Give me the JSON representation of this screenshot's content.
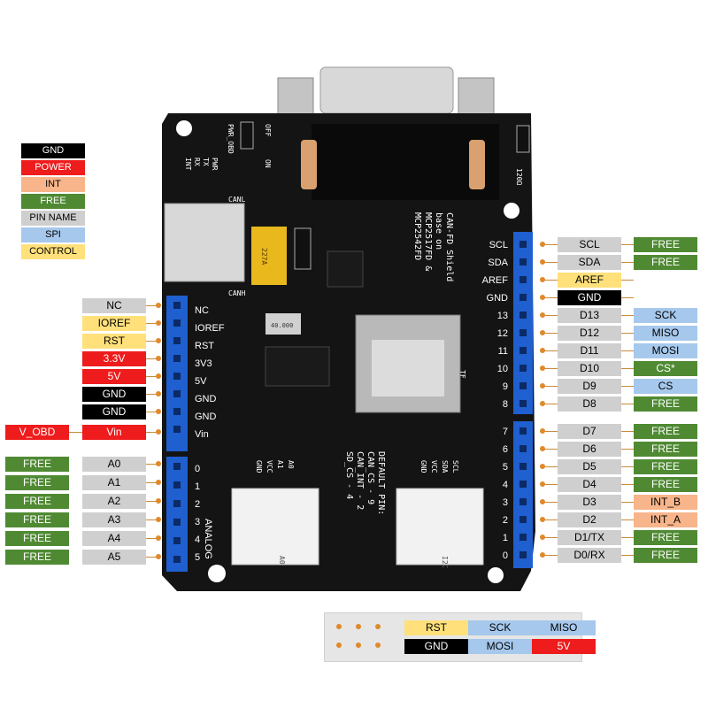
{
  "legend": [
    {
      "text": "GND",
      "cls": "c-gnd"
    },
    {
      "text": "POWER",
      "cls": "c-pow"
    },
    {
      "text": "INT",
      "cls": "c-int"
    },
    {
      "text": "FREE",
      "cls": "c-free"
    },
    {
      "text": "PIN NAME",
      "cls": "c-pin"
    },
    {
      "text": "SPI",
      "cls": "c-spi"
    },
    {
      "text": "CONTROL",
      "cls": "c-ctrl"
    }
  ],
  "left_power": [
    {
      "name": "NC",
      "cls": "c-pin"
    },
    {
      "name": "IOREF",
      "cls": "c-ctrl"
    },
    {
      "name": "RST",
      "cls": "c-ctrl"
    },
    {
      "name": "3.3V",
      "cls": "c-pow"
    },
    {
      "name": "5V",
      "cls": "c-pow"
    },
    {
      "name": "GND",
      "cls": "c-gnd"
    },
    {
      "name": "GND",
      "cls": "c-gnd"
    },
    {
      "name": "Vin",
      "cls": "c-pow",
      "extra": "V_OBD"
    }
  ],
  "left_analog": [
    {
      "name": "A0",
      "func": "FREE"
    },
    {
      "name": "A1",
      "func": "FREE"
    },
    {
      "name": "A2",
      "func": "FREE"
    },
    {
      "name": "A3",
      "func": "FREE"
    },
    {
      "name": "A4",
      "func": "FREE"
    },
    {
      "name": "A5",
      "func": "FREE"
    }
  ],
  "right_top": [
    {
      "name": "SCL",
      "name_cls": "c-pin",
      "func": "FREE",
      "func_cls": "c-free"
    },
    {
      "name": "SDA",
      "name_cls": "c-pin",
      "func": "FREE",
      "func_cls": "c-free"
    },
    {
      "name": "AREF",
      "name_cls": "c-ctrl",
      "func": "",
      "func_cls": ""
    },
    {
      "name": "GND",
      "name_cls": "c-gnd",
      "func": "",
      "func_cls": ""
    },
    {
      "name": "D13",
      "name_cls": "c-pin",
      "func": "SCK",
      "func_cls": "c-spi"
    },
    {
      "name": "D12",
      "name_cls": "c-pin",
      "func": "MISO",
      "func_cls": "c-spi"
    },
    {
      "name": "D11",
      "name_cls": "c-pin",
      "func": "MOSI",
      "func_cls": "c-spi"
    },
    {
      "name": "D10",
      "name_cls": "c-pin",
      "func": "CS*",
      "func_cls": "c-free"
    },
    {
      "name": "D9",
      "name_cls": "c-pin",
      "func": "CS",
      "func_cls": "c-spi"
    },
    {
      "name": "D8",
      "name_cls": "c-pin",
      "func": "FREE",
      "func_cls": "c-free"
    }
  ],
  "right_bottom": [
    {
      "name": "D7",
      "func": "FREE",
      "func_cls": "c-free"
    },
    {
      "name": "D6",
      "func": "FREE",
      "func_cls": "c-free"
    },
    {
      "name": "D5",
      "func": "FREE",
      "func_cls": "c-free"
    },
    {
      "name": "D4",
      "func": "FREE",
      "func_cls": "c-free"
    },
    {
      "name": "D3",
      "func": "INT_B",
      "func_cls": "c-int"
    },
    {
      "name": "D2",
      "func": "INT_A",
      "func_cls": "c-int"
    },
    {
      "name": "D1/TX",
      "func": "FREE",
      "func_cls": "c-free"
    },
    {
      "name": "D0/RX",
      "func": "FREE",
      "func_cls": "c-free"
    }
  ],
  "icsp": [
    {
      "text": "RST",
      "cls": "c-ctrl"
    },
    {
      "text": "SCK",
      "cls": "c-spi"
    },
    {
      "text": "MISO",
      "cls": "c-spi"
    },
    {
      "text": "GND",
      "cls": "c-gnd"
    },
    {
      "text": "MOSI",
      "cls": "c-spi"
    },
    {
      "text": "5V",
      "cls": "c-pow"
    }
  ],
  "silk": {
    "left_header": [
      "NC",
      "IOREF",
      "RST",
      "3V3",
      "5V",
      "GND",
      "GND",
      "Vin"
    ],
    "analog_title": "ANALOG",
    "analog_nums": [
      "0",
      "1",
      "2",
      "3",
      "4",
      "5"
    ],
    "right_top": [
      "SCL",
      "SDA",
      "AREF",
      "GND"
    ],
    "digits_top": [
      "13",
      "12",
      "11",
      "10",
      "9",
      "8"
    ],
    "digits_bottom": [
      "7",
      "6",
      "5",
      "4",
      "3",
      "2",
      "1",
      "0"
    ],
    "board_title": [
      "CAN-FD Shield",
      "base on",
      "MCP2517FD &",
      "MCP2542FD"
    ],
    "defaults": [
      "DEFAULT PIN:",
      "CAN_CS - 9",
      "CAN_INT - 2",
      "SD_CS - 4"
    ],
    "pwr_obd": "PWR_OBD",
    "off_on": [
      "OFF",
      "ON"
    ],
    "leds": [
      "PWR",
      "TX",
      "RX",
      "INT"
    ],
    "canl": "CANL",
    "canh": "CANH",
    "j20": "120Ω",
    "tf": "TF",
    "grove_a0_pins": [
      "GND",
      "VCC",
      "A1",
      "A0"
    ],
    "grove_a0_label": "A0",
    "grove_i2c_pins": [
      "GND",
      "VCC",
      "SDA",
      "SCL"
    ],
    "grove_i2c_label": "I2C",
    "cap": "227A",
    "xtal": "40.000"
  }
}
